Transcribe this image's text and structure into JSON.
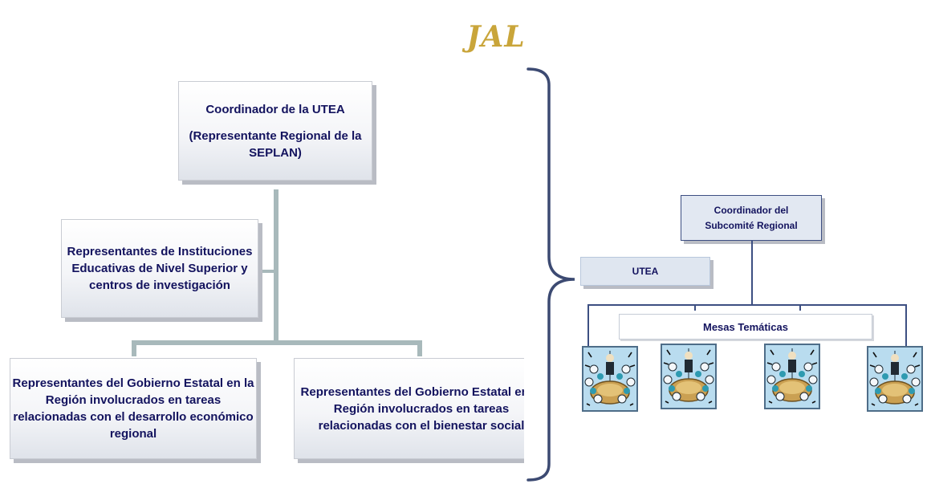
{
  "logo": {
    "text": "JAL",
    "color": "#c9a53a"
  },
  "left_chart": {
    "coordinator": {
      "line1": "Coordinador de la UTEA",
      "line2": "(Representante Regional de la SEPLAN)"
    },
    "institutions": {
      "text": "Representantes de Instituciones Educativas de Nivel Superior y centros de investigación"
    },
    "gov_economic": {
      "text": "Representantes del Gobierno Estatal en la Región involucrados  en tareas relacionadas  con el desarrollo económico regional"
    },
    "gov_social": {
      "text": "Representantes del Gobierno Estatal en la Región involucrados  en tareas relacionadas  con el bienestar social"
    }
  },
  "right_chart": {
    "coordinator": {
      "line1": "Coordinador del",
      "line2": "Subcomité Regional"
    },
    "utea": {
      "label": "UTEA"
    },
    "mesas": {
      "label": "Mesas Temáticas"
    },
    "groups": [
      {
        "icon": "meeting-people-icon"
      },
      {
        "icon": "meeting-people-icon"
      },
      {
        "icon": "meeting-people-icon"
      },
      {
        "icon": "meeting-people-icon"
      }
    ]
  },
  "colors": {
    "text": "#13135e",
    "connector": "#a8b9bb",
    "right_line": "#3d4f82",
    "bracket": "#3c4a72"
  }
}
